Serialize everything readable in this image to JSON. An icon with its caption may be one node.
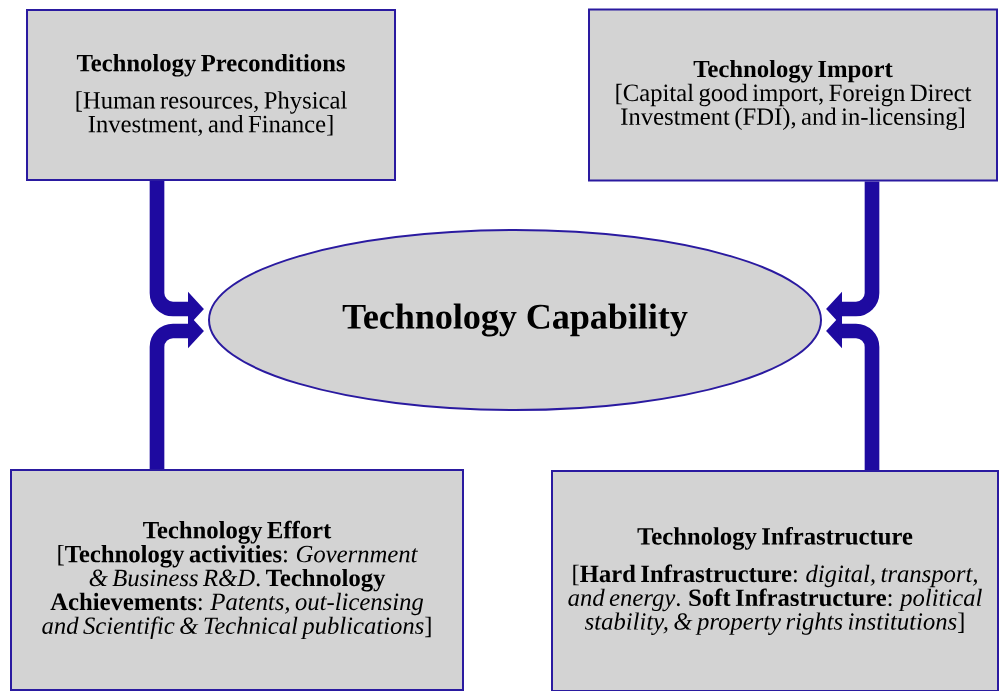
{
  "diagram": {
    "nodes": [
      {
        "text": [
          "Technology Capability"
        ]
      },
      {
        "text": [
          "Technology Preconditions",
          "[Human resources, Physical Investment, and Finance]"
        ]
      },
      {
        "text": [
          "Technology Import",
          "[Capital good import, Foreign Direct Investment (FDI), and in-licensing]"
        ]
      },
      {
        "text": [
          "Technology Effort",
          "[**Technology activities**: *Government & Business R&D*. **Technology Achievements**: *Patents, out-licensing and Scientific & Technical publications*]"
        ]
      },
      {
        "text": [
          "Technology Infrastructure",
          "[**Hard Infrastructure**: *digital, transport, and energy*. **Soft Infrastructure**: *political stability, & property rights institutions*]"
        ]
      }
    ],
    "edges": [
      {
        "from": 1,
        "to": 0,
        "arrow": "to"
      },
      {
        "from": 2,
        "to": 0,
        "arrow": "to"
      },
      {
        "from": 3,
        "to": 0,
        "arrow": "to"
      },
      {
        "from": 4,
        "to": 0,
        "arrow": "to"
      }
    ]
  }
}
